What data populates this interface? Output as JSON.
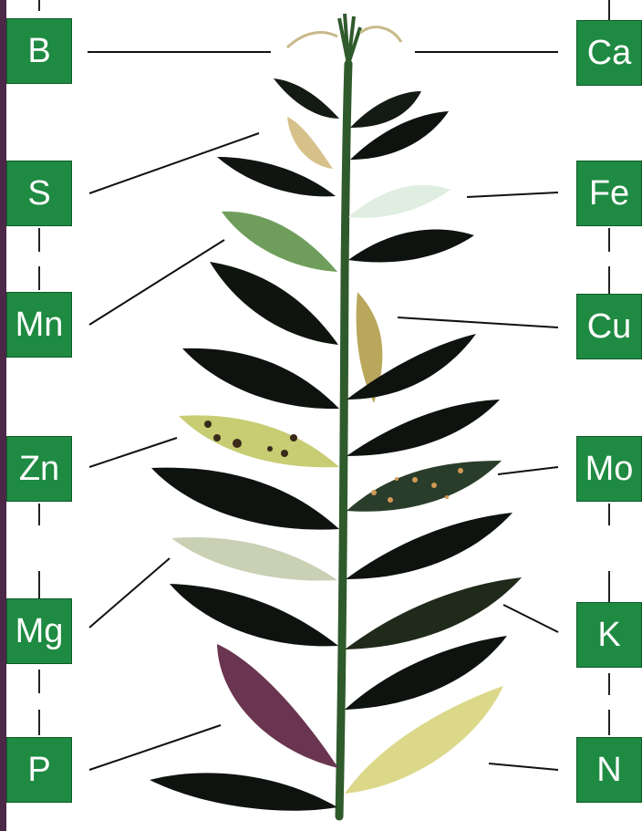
{
  "diagram": {
    "accent_color": "#1f8a42",
    "frame_color": "#4b2748",
    "left_labels": [
      {
        "symbol": "B"
      },
      {
        "symbol": "S"
      },
      {
        "symbol": "Mn"
      },
      {
        "symbol": "Zn"
      },
      {
        "symbol": "Mg"
      },
      {
        "symbol": "P"
      }
    ],
    "right_labels": [
      {
        "symbol": "Ca"
      },
      {
        "symbol": "Fe"
      },
      {
        "symbol": "Cu"
      },
      {
        "symbol": "Mo"
      },
      {
        "symbol": "K"
      },
      {
        "symbol": "N"
      }
    ]
  }
}
